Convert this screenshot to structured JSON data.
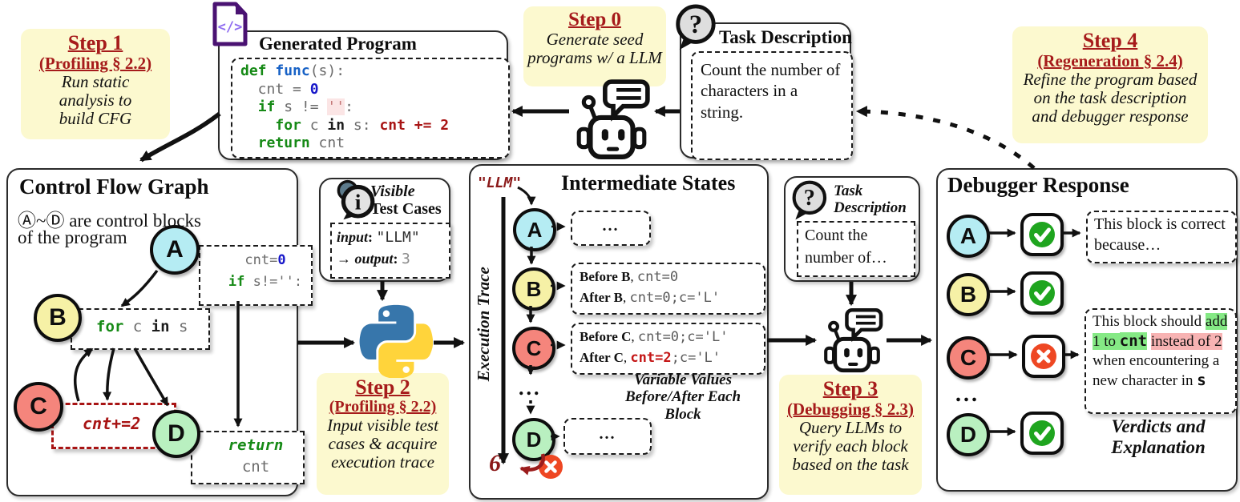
{
  "colors": {
    "accent_red": "#a61b1b",
    "maroon": "#8b1919",
    "node_a": "#b5ecf3",
    "node_b": "#f6f1a6",
    "node_c": "#f5857c",
    "node_d": "#b9f0c0",
    "check_green": "#1fa51f",
    "cross_red": "#ee4723",
    "highlight_green": "#85e985",
    "highlight_pink": "#f7b3b3",
    "step_bg": "#fcf9cf"
  },
  "steps": {
    "step0": {
      "title": "Step 0",
      "desc": [
        "Generate seed",
        "programs  w/ a LLM"
      ]
    },
    "step1": {
      "title": "Step 1",
      "subtitle": "(Profiling § 2.2)",
      "desc": [
        "Run static",
        "analysis to",
        "build CFG"
      ]
    },
    "step2": {
      "title": "Step 2",
      "subtitle": "(Profiling § 2.2)",
      "desc": [
        "Input visible test",
        "cases & acquire",
        "execution trace"
      ]
    },
    "step3": {
      "title": "Step 3",
      "subtitle": "(Debugging § 2.3)",
      "desc": [
        "Query LLMs to",
        "verify each block",
        "based on the task"
      ]
    },
    "step4": {
      "title": "Step 4",
      "subtitle": "(Regeneration § 2.4)",
      "desc": [
        "Refine the program based",
        "on the task description",
        "and debugger response"
      ]
    }
  },
  "program": {
    "title": "Generated Program",
    "code": [
      [
        {
          "t": "def ",
          "c": "kw"
        },
        {
          "t": "func",
          "c": "fn"
        },
        {
          "t": "(s):",
          "c": "pl"
        }
      ],
      [
        {
          "t": "  cnt = ",
          "c": "pl"
        },
        {
          "t": "0",
          "c": "num"
        }
      ],
      [
        {
          "t": "  ",
          "c": "pl"
        },
        {
          "t": "if",
          "c": "kw"
        },
        {
          "t": " s != ",
          "c": "pl"
        },
        {
          "t": "''",
          "c": "strhl"
        },
        {
          "t": ":",
          "c": "pl"
        }
      ],
      [
        {
          "t": "    ",
          "c": "pl"
        },
        {
          "t": "for",
          "c": "kw"
        },
        {
          "t": " c ",
          "c": "pl"
        },
        {
          "t": "in",
          "c": "kwb"
        },
        {
          "t": " s: ",
          "c": "pl"
        },
        {
          "t": "cnt += 2",
          "c": "err"
        }
      ],
      [
        {
          "t": "  ",
          "c": "pl"
        },
        {
          "t": "return",
          "c": "kw"
        },
        {
          "t": " cnt",
          "c": "pl"
        }
      ]
    ]
  },
  "task": {
    "title": "Task Description",
    "text": "Count the number of characters in a string."
  },
  "cfg": {
    "title": "Control Flow Graph",
    "subtitle": [
      "Ⓐ~Ⓓ are control blocks",
      "of the program"
    ],
    "node_a": "A",
    "node_b": "B",
    "node_c": "C",
    "node_d": "D",
    "box_a": [
      [
        {
          "t": "cnt=",
          "c": "pl"
        },
        {
          "t": "0",
          "c": "num"
        }
      ],
      [
        {
          "t": "if",
          "c": "kw"
        },
        {
          "t": " s!='':",
          "c": "pl"
        }
      ]
    ],
    "box_b": [
      [
        {
          "t": "for",
          "c": "kw"
        },
        {
          "t": " c ",
          "c": "pl"
        },
        {
          "t": "in",
          "c": "kwb"
        },
        {
          "t": " s",
          "c": "pl"
        }
      ]
    ],
    "box_c": [
      [
        {
          "t": "cnt+=2",
          "c": "erri"
        }
      ]
    ],
    "box_d": [
      [
        {
          "t": "return",
          "c": "kwi"
        }
      ],
      [
        {
          "t": "cnt",
          "c": "pl"
        }
      ]
    ]
  },
  "vtc": {
    "title": [
      "Visible",
      "Test Cases"
    ],
    "lines": [
      [
        {
          "t": "input",
          "c": "lbli"
        },
        {
          "t": ": ",
          "c": "lbl"
        },
        {
          "t": "\"LLM\"",
          "c": "monod"
        }
      ],
      [
        {
          "t": "→ ",
          "c": "txt"
        },
        {
          "t": "output",
          "c": "lbli"
        },
        {
          "t": ": ",
          "c": "lbl"
        },
        {
          "t": "3",
          "c": "monog"
        }
      ]
    ]
  },
  "istates": {
    "title": "Intermediate States",
    "input": "\"LLM\"",
    "axis_label": "Execution Trace",
    "node_a": "A",
    "node_b": "B",
    "node_c": "C",
    "dots": "...",
    "node_d": "D",
    "box_a": "...",
    "box_d": "...",
    "box_b": [
      [
        {
          "t": "Before B",
          "c": "lbl"
        },
        {
          "t": ", ",
          "c": "txt"
        },
        {
          "t": "cnt=0",
          "c": "mono"
        }
      ],
      [
        {
          "t": "After B",
          "c": "lbl"
        },
        {
          "t": ", ",
          "c": "txt"
        },
        {
          "t": "cnt=0;c='L'",
          "c": "mono"
        }
      ]
    ],
    "box_c": [
      [
        {
          "t": "Before C",
          "c": "lbl"
        },
        {
          "t": ", ",
          "c": "txt"
        },
        {
          "t": "cnt=0;c='L'",
          "c": "mono"
        }
      ],
      [
        {
          "t": "After C",
          "c": "lbl"
        },
        {
          "t": ", ",
          "c": "txt"
        },
        {
          "t": "cnt=2",
          "c": "monor"
        },
        {
          "t": ";c='L'",
          "c": "mono"
        }
      ]
    ],
    "caption": [
      "Variable Values",
      "Before/After Each Block"
    ],
    "output_value": "6"
  },
  "tds": {
    "title": [
      "Task",
      "Description"
    ],
    "text": [
      "Count the",
      "number of…"
    ]
  },
  "debugger": {
    "title": "Debugger Response",
    "node_a": "A",
    "node_b": "B",
    "node_c": "C",
    "dots": "...",
    "node_d": "D",
    "explain_a": "This block is correct because…",
    "explain_c": [
      [
        {
          "t": "This block should ",
          "c": "txt"
        },
        {
          "t": "add 1 to ",
          "c": "hlg"
        },
        {
          "t": "cnt",
          "c": "hlgb"
        },
        {
          "t": " ",
          "c": "txt"
        },
        {
          "t": "instead of 2",
          "c": "hlp"
        },
        {
          "t": " when encountering a new character in ",
          "c": "txt"
        },
        {
          "t": "s",
          "c": "bmono"
        }
      ]
    ],
    "caption": [
      "Verdicts and",
      "Explanation"
    ]
  }
}
